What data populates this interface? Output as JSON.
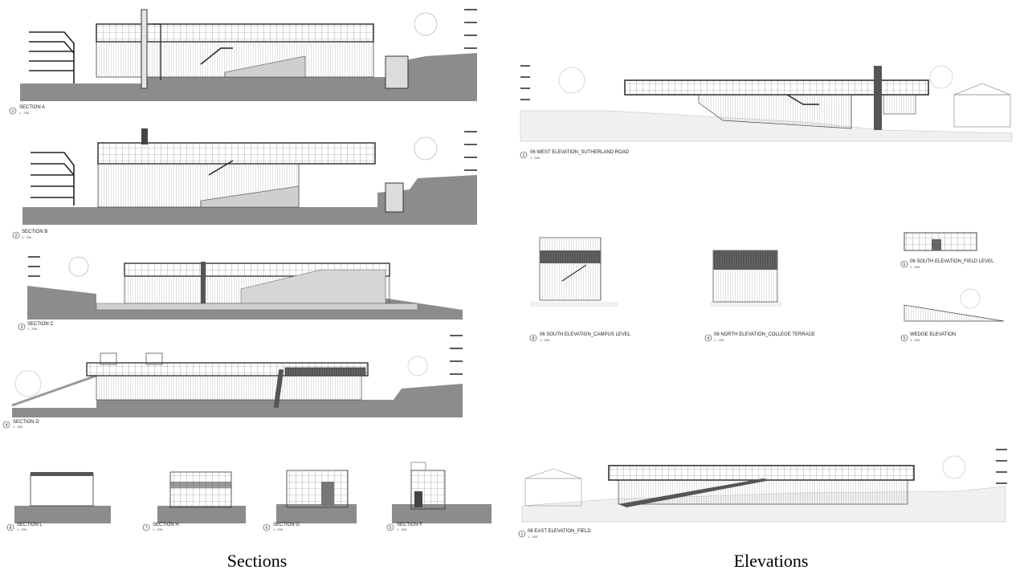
{
  "captions": {
    "sections": "Sections",
    "elevations": "Elevations"
  },
  "scale_text": "1 : 200",
  "sections": [
    {
      "num": "1",
      "label": "SECTION A"
    },
    {
      "num": "2",
      "label": "SECTION B"
    },
    {
      "num": "3",
      "label": "SECTION C"
    },
    {
      "num": "4",
      "label": "SECTION D"
    },
    {
      "num": "8",
      "label": "SECTION L"
    },
    {
      "num": "7",
      "label": "SECTION H"
    },
    {
      "num": "6",
      "label": "SECTION G"
    },
    {
      "num": "5",
      "label": "SECTION F"
    }
  ],
  "elevations": [
    {
      "num": "2",
      "label": "06 WEST ELEVATION_SUTHERLAND ROAD"
    },
    {
      "num": "8",
      "label": "06 SOUTH ELEVATION_CAMPUS LEVEL"
    },
    {
      "num": "4",
      "label": "06 NORTH ELEVATION_COLLEGE TERRACE"
    },
    {
      "num": "6",
      "label": "06 SOUTH ELEVATION_FIELD LEVEL"
    },
    {
      "num": "5",
      "label": "WEDGE ELEVATION"
    },
    {
      "num": "1",
      "label": "06 EAST ELEVATION_FIELD"
    }
  ],
  "colors": {
    "ground": "#8c8c8c",
    "ground_light": "#bdbdbd",
    "line": "#3a3a3a",
    "dark": "#333333",
    "glass": "#d9d9d9"
  }
}
